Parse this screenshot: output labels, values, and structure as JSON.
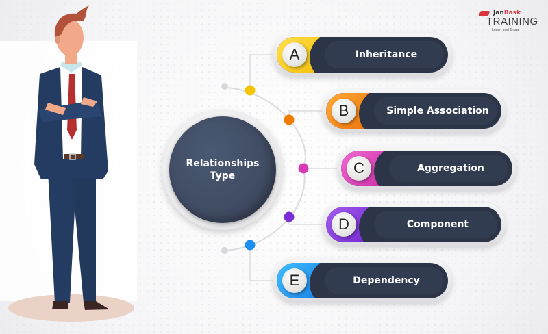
{
  "logo": {
    "brand_prefix": "Jan",
    "brand_suffix": "Bask",
    "wordmark": "TRAINING",
    "tagline": "Learn and Grow"
  },
  "hub": {
    "line1": "Relationships",
    "line2": "Type"
  },
  "items": [
    {
      "letter": "A",
      "label": "Inheritance",
      "color": "#f5c400"
    },
    {
      "letter": "B",
      "label": "Simple Association",
      "color": "#f07d00"
    },
    {
      "letter": "C",
      "label": "Aggregation",
      "color": "#d63bb5"
    },
    {
      "letter": "D",
      "label": "Component",
      "color": "#7a2fd6"
    },
    {
      "letter": "E",
      "label": "Dependency",
      "color": "#1e8ff0"
    }
  ],
  "colors": {
    "pill_body": "#2c3548",
    "hub": "#414d64",
    "suit": "#243c61",
    "tie": "#b5302e",
    "skin": "#f2a98a",
    "hair": "#b2523a"
  }
}
